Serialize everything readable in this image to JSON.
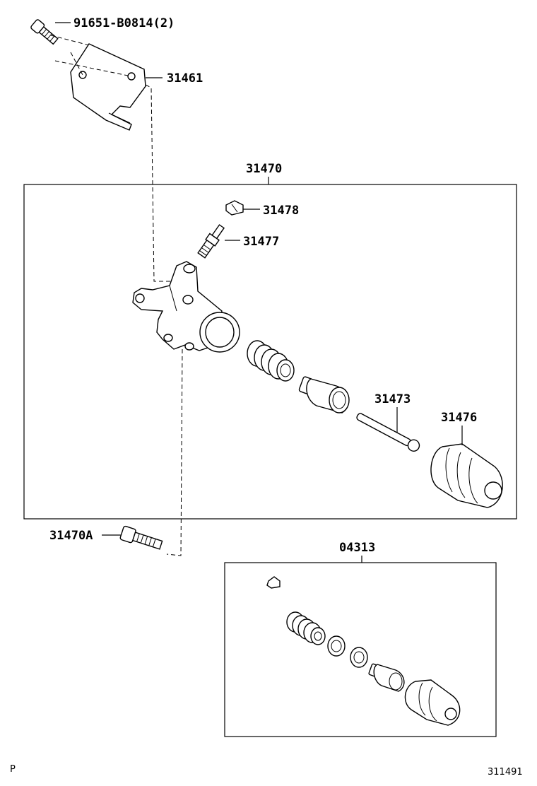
{
  "callouts": {
    "bolt_top": "91651-B0814(2)",
    "bracket": "31461",
    "cylinder_assy": "31470",
    "cap": "31478",
    "bleeder": "31477",
    "push_rod": "31473",
    "boot": "31476",
    "bolt_bottom": "31470A",
    "repair_kit": "04313"
  },
  "footer": {
    "left_mark": "P",
    "figure_number": "311491"
  }
}
